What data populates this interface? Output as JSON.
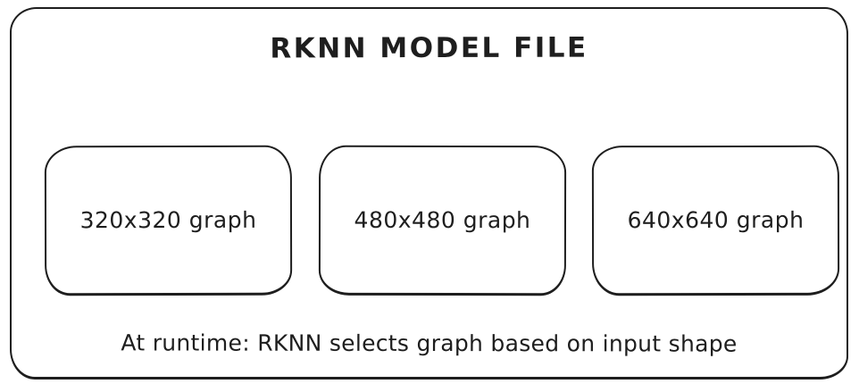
{
  "diagram": {
    "title": "RKNN MODEL FILE",
    "boxes": [
      {
        "label": "320x320 graph"
      },
      {
        "label": "480x480 graph"
      },
      {
        "label": "640x640 graph"
      }
    ],
    "caption": "At runtime: RKNN selects graph based on input shape",
    "colors": {
      "stroke": "#1e1e1e",
      "background": "#ffffff"
    }
  }
}
